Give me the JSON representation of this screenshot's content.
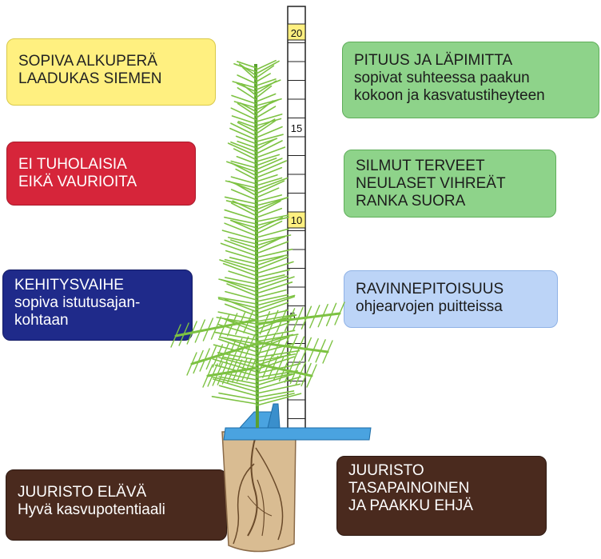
{
  "labels": {
    "alkupera": [
      "SOPIVA ALKUPERÄ",
      "LAADUKAS SIEMEN"
    ],
    "tuholaisia": [
      "EI TUHOLAISIA",
      "EIKÄ VAURIOITA"
    ],
    "kehitys": [
      "KEHITYSVAIHE",
      "sopiva istutusajan-",
      "kohtaan"
    ],
    "juuristo_elava": [
      "JUURISTO ELÄVÄ",
      "Hyvä kasvupotentiaali"
    ],
    "pituus": [
      "PITUUS JA LÄPIMITTA",
      "sopivat suhteessa paakun",
      "kokoon ja kasvatustiheyteen"
    ],
    "silmut": [
      "SILMUT TERVEET",
      "NEULASET VIHREÄT",
      "RANKA SUORA"
    ],
    "ravinne": [
      "RAVINNEPITOISUUS",
      "ohjearvojen puitteissa"
    ],
    "juuristo_tasa": [
      "JUURISTO",
      "TASAPAINOINEN",
      "JA PAAKKU EHJÄ"
    ]
  },
  "ruler": {
    "tick_labels": [
      "20",
      "15",
      "10",
      "5"
    ]
  },
  "colors": {
    "yellow_box": "#fff080",
    "red_box": "#d6253a",
    "blue_box": "#1f2a8a",
    "green_box": "#8ed38a",
    "light_blue_box": "#bcd4f7",
    "brown_box": "#4a2a1e",
    "seedling_green": "#7dc242",
    "stand_blue": "#4aa3e0"
  }
}
